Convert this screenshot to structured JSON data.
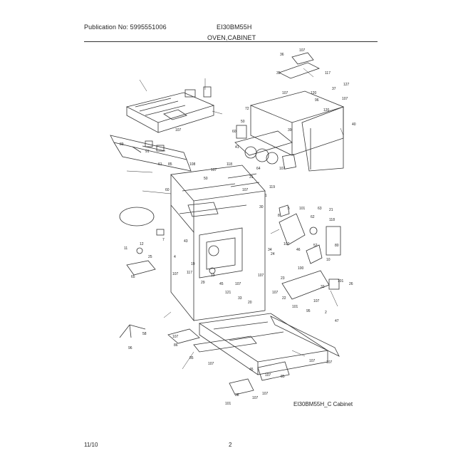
{
  "header": {
    "publication": "Publication No: 5995551006",
    "model": "EI30BM55H",
    "section": "OVEN,CABINET"
  },
  "diagram": {
    "caption": "EI30BM55H_C Cabinet",
    "part_labels": [
      "36",
      "107",
      "35",
      "117",
      "127",
      "120",
      "107",
      "72",
      "37",
      "96",
      "120",
      "107",
      "40",
      "60",
      "39",
      "107",
      "50",
      "107",
      "41",
      "118",
      "107",
      "50",
      "60",
      "108",
      "31",
      "107",
      "64",
      "1",
      "119",
      "30",
      "5",
      "101",
      "8",
      "63",
      "21",
      "62",
      "34",
      "107",
      "46",
      "52",
      "118",
      "80",
      "10",
      "100",
      "7",
      "12",
      "11",
      "25",
      "65",
      "43",
      "4",
      "107",
      "117",
      "19",
      "13",
      "45",
      "121",
      "29",
      "107",
      "33",
      "20",
      "107",
      "24",
      "107",
      "23",
      "22",
      "101",
      "95",
      "107",
      "2",
      "101",
      "26",
      "32",
      "47",
      "107",
      "107",
      "107",
      "86",
      "85",
      "107",
      "45",
      "107",
      "85",
      "107",
      "107",
      "101",
      "38",
      "96",
      "58",
      "89",
      "91",
      "61",
      "85"
    ]
  },
  "footer": {
    "date": "11/10",
    "page": "2"
  }
}
